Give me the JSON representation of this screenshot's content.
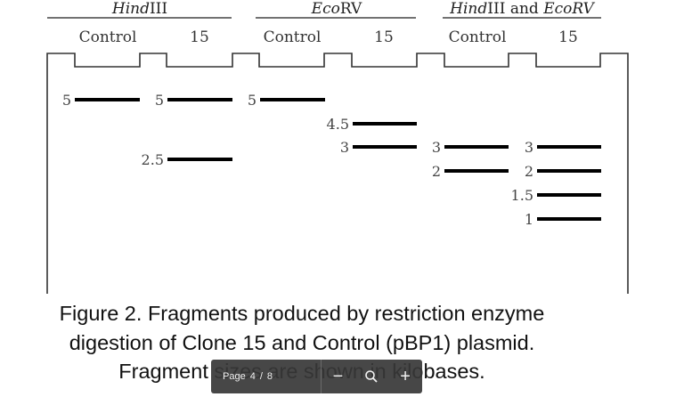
{
  "gel": {
    "groups": [
      {
        "title_prefix": "Hind",
        "title_suffix": "III",
        "title_tail": "",
        "lanes": [
          "Control",
          "15"
        ]
      },
      {
        "title_prefix": "Eco",
        "title_suffix": "RV",
        "title_tail": "",
        "lanes": [
          "Control",
          "15"
        ]
      },
      {
        "title_prefix": "Hind",
        "title_suffix": "III and ",
        "title_tail": "EcoRV",
        "lanes": [
          "Control",
          "15"
        ]
      }
    ],
    "lanes": [
      {
        "bands": [
          {
            "size": 5,
            "label": "5"
          }
        ]
      },
      {
        "bands": [
          {
            "size": 5,
            "label": "5"
          },
          {
            "size": 2.5,
            "label": "2.5"
          }
        ]
      },
      {
        "bands": [
          {
            "size": 5,
            "label": "5"
          }
        ]
      },
      {
        "bands": [
          {
            "size": 4.5,
            "label": "4.5"
          },
          {
            "size": 3,
            "label": "3"
          }
        ]
      },
      {
        "bands": [
          {
            "size": 3,
            "label": "3"
          },
          {
            "size": 2,
            "label": "2"
          }
        ]
      },
      {
        "bands": [
          {
            "size": 3,
            "label": "3"
          },
          {
            "size": 2,
            "label": "2"
          },
          {
            "size": 1.5,
            "label": "1.5"
          },
          {
            "size": 1,
            "label": "1"
          }
        ]
      }
    ]
  },
  "caption": {
    "line1": "Figure 2. Fragments produced by restriction enzyme",
    "line2": "digestion of Clone 15 and Control (pBP1) plasmid.",
    "line3": "Fragment sizes are shown in kilobases."
  },
  "pager": {
    "page_label": "Page",
    "current_page": "4",
    "separator": "/",
    "total_pages": "8",
    "zoom_out": "−",
    "search_icon": "magnifier-icon",
    "zoom_in": "+"
  }
}
